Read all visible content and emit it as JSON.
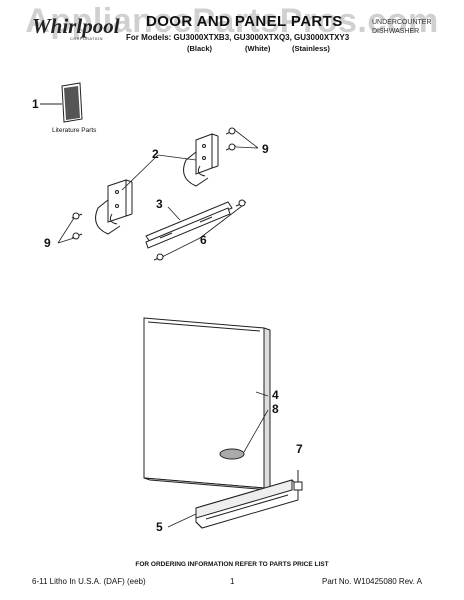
{
  "watermark": "AppliancePartsPros.com",
  "header": {
    "brand": "Whirlpool",
    "brand_sub": "CORPORATION",
    "title": "DOOR AND PANEL PARTS",
    "models": "For Models: GU3000XTXB3, GU3000XTXQ3, GU3000XTXY3",
    "colors": [
      "(Black)",
      "(White)",
      "(Stainless)"
    ],
    "product_line1": "UNDERCOUNTER",
    "product_line2": "DISHWASHER"
  },
  "diagram": {
    "callouts": [
      "1",
      "2",
      "3",
      "4",
      "5",
      "6",
      "7",
      "8",
      "9",
      "9"
    ],
    "literature_label": "Literature Parts"
  },
  "footer": {
    "note": "FOR ORDERING INFORMATION REFER TO PARTS PRICE LIST",
    "left": "6-11 Litho In U.S.A. (DAF) (eeb)",
    "page": "1",
    "part_no": "Part No. W10425080 Rev. A"
  }
}
